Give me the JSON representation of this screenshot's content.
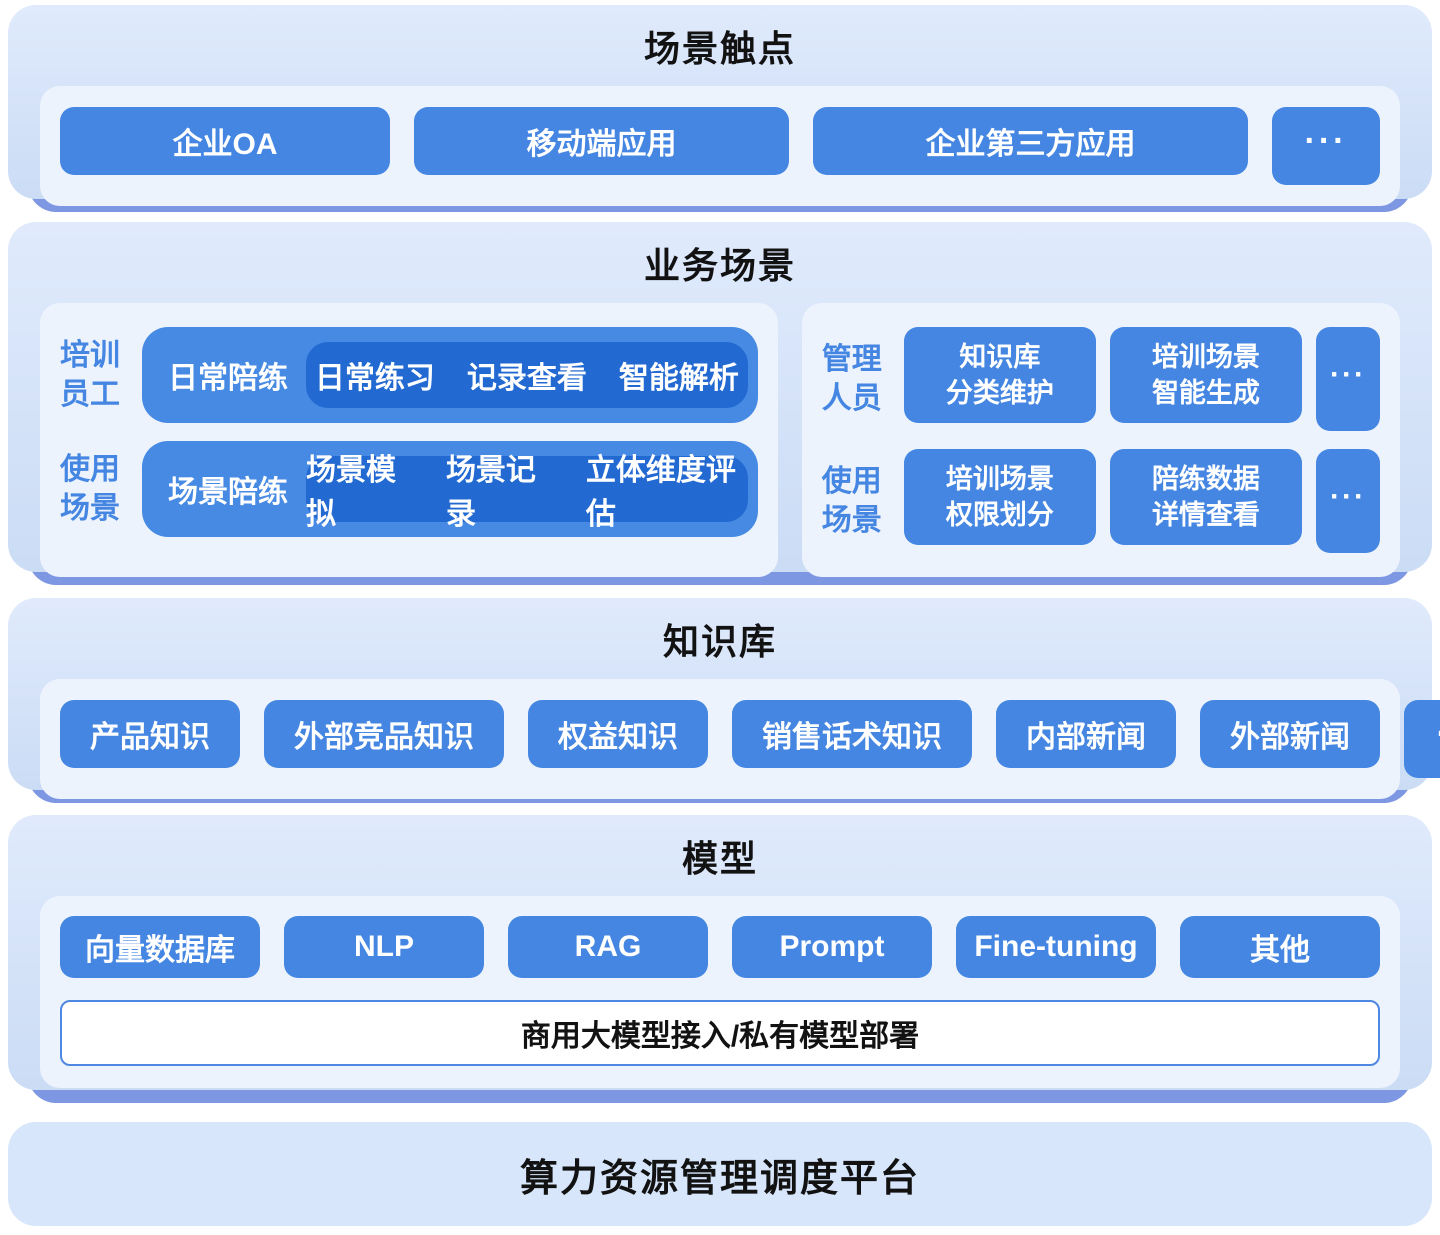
{
  "palette": {
    "page_bg": "#ffffff",
    "panel_top": "#e0eafc",
    "panel_bottom": "#cbdcf5",
    "panel_shadow": "#7e97e2",
    "container_bg": "#edf3fd",
    "button_bg": "#4486e2",
    "pill_outer_bg": "#478ae3",
    "pill_inner_bg": "#2269d2",
    "label_blue": "#4486e2",
    "white_bar_border": "#4f88e2",
    "flat_bar_bg": "#d7e6fb",
    "title_color": "#121212"
  },
  "sections": {
    "touchpoints": {
      "title": "场景触点",
      "buttons": [
        "企业OA",
        "移动端应用",
        "企业第三方应用"
      ],
      "more": "···"
    },
    "business": {
      "title": "业务场景",
      "left_group": {
        "label_rows": [
          [
            "培训",
            "员工"
          ],
          [
            "使用",
            "场景"
          ]
        ],
        "rows": [
          {
            "pill": "日常陪练",
            "items": [
              "日常练习",
              "记录查看",
              "智能解析"
            ]
          },
          {
            "pill": "场景陪练",
            "items": [
              "场景模拟",
              "场景记录",
              "立体维度评估"
            ]
          }
        ]
      },
      "right_group": {
        "label_rows": [
          [
            "管理",
            "人员"
          ],
          [
            "使用",
            "场景"
          ]
        ],
        "rows": [
          {
            "buttons": [
              [
                "知识库",
                "分类维护"
              ],
              [
                "培训场景",
                "智能生成"
              ]
            ],
            "more": "···"
          },
          {
            "buttons": [
              [
                "培训场景",
                "权限划分"
              ],
              [
                "陪练数据",
                "详情查看"
              ]
            ],
            "more": "···"
          }
        ]
      }
    },
    "knowledge": {
      "title": "知识库",
      "buttons": [
        "产品知识",
        "外部竞品知识",
        "权益知识",
        "销售话术知识",
        "内部新闻",
        "外部新闻"
      ],
      "more": "···"
    },
    "model": {
      "title": "模型",
      "buttons": [
        "向量数据库",
        "NLP",
        "RAG",
        "Prompt",
        "Fine-tuning",
        "其他"
      ],
      "bar": "商用大模型接入/私有模型部署"
    },
    "platform": {
      "title": "算力资源管理调度平台"
    }
  }
}
